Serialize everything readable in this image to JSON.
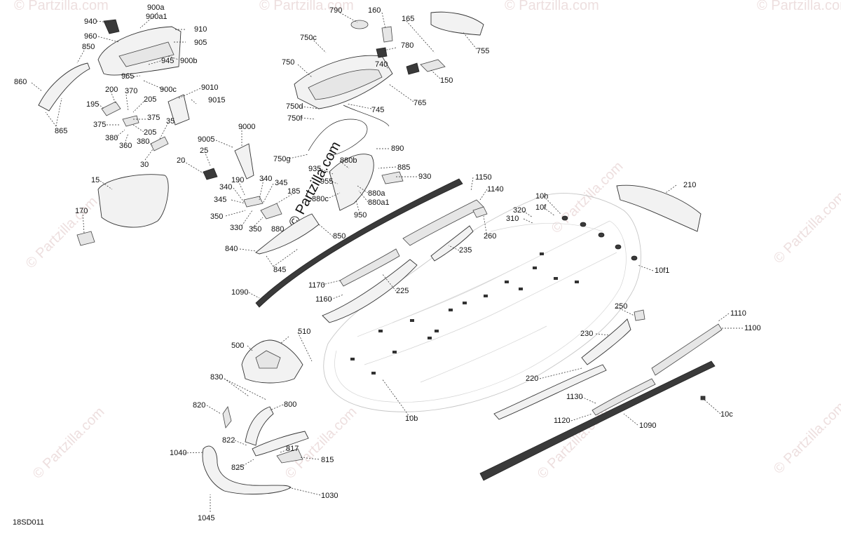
{
  "watermark": {
    "text": "© Partzilla.com",
    "color": "#e0c6c6"
  },
  "diagram_code": "18SD011",
  "callouts": [
    {
      "id": "940",
      "label": "940"
    },
    {
      "id": "900a",
      "label": "900a"
    },
    {
      "id": "900a1",
      "label": "900a1"
    },
    {
      "id": "910",
      "label": "910"
    },
    {
      "id": "905",
      "label": "905"
    },
    {
      "id": "900b",
      "label": "900b"
    },
    {
      "id": "960",
      "label": "960"
    },
    {
      "id": "850a",
      "label": "850"
    },
    {
      "id": "945",
      "label": "945"
    },
    {
      "id": "965",
      "label": "965"
    },
    {
      "id": "900c",
      "label": "900c"
    },
    {
      "id": "860",
      "label": "860"
    },
    {
      "id": "865",
      "label": "865"
    },
    {
      "id": "200",
      "label": "200"
    },
    {
      "id": "370",
      "label": "370"
    },
    {
      "id": "195",
      "label": "195"
    },
    {
      "id": "205a",
      "label": "205"
    },
    {
      "id": "375a",
      "label": "375"
    },
    {
      "id": "375b",
      "label": "375"
    },
    {
      "id": "205b",
      "label": "205"
    },
    {
      "id": "35",
      "label": "35"
    },
    {
      "id": "380a",
      "label": "380"
    },
    {
      "id": "360",
      "label": "360"
    },
    {
      "id": "380b",
      "label": "380"
    },
    {
      "id": "30",
      "label": "30"
    },
    {
      "id": "9010",
      "label": "9010"
    },
    {
      "id": "9015",
      "label": "9015"
    },
    {
      "id": "9000",
      "label": "9000"
    },
    {
      "id": "9005",
      "label": "9005"
    },
    {
      "id": "25",
      "label": "25"
    },
    {
      "id": "20",
      "label": "20"
    },
    {
      "id": "15",
      "label": "15"
    },
    {
      "id": "170",
      "label": "170"
    },
    {
      "id": "190",
      "label": "190"
    },
    {
      "id": "340a",
      "label": "340"
    },
    {
      "id": "340b",
      "label": "340"
    },
    {
      "id": "345a",
      "label": "345"
    },
    {
      "id": "345b",
      "label": "345"
    },
    {
      "id": "185",
      "label": "185"
    },
    {
      "id": "350a",
      "label": "350"
    },
    {
      "id": "330",
      "label": "330"
    },
    {
      "id": "350b",
      "label": "350"
    },
    {
      "id": "880",
      "label": "880"
    },
    {
      "id": "850b",
      "label": "850"
    },
    {
      "id": "840",
      "label": "840"
    },
    {
      "id": "845",
      "label": "845"
    },
    {
      "id": "790",
      "label": "790"
    },
    {
      "id": "160",
      "label": "160"
    },
    {
      "id": "165",
      "label": "165"
    },
    {
      "id": "755",
      "label": "755"
    },
    {
      "id": "750c",
      "label": "750c"
    },
    {
      "id": "780",
      "label": "780"
    },
    {
      "id": "750",
      "label": "750"
    },
    {
      "id": "740",
      "label": "740"
    },
    {
      "id": "150",
      "label": "150"
    },
    {
      "id": "765",
      "label": "765"
    },
    {
      "id": "745",
      "label": "745"
    },
    {
      "id": "750d",
      "label": "750d"
    },
    {
      "id": "750f",
      "label": "750f"
    },
    {
      "id": "750g",
      "label": "750g"
    },
    {
      "id": "890",
      "label": "890"
    },
    {
      "id": "935",
      "label": "935"
    },
    {
      "id": "880b",
      "label": "880b"
    },
    {
      "id": "885",
      "label": "885"
    },
    {
      "id": "930",
      "label": "930"
    },
    {
      "id": "955",
      "label": "955"
    },
    {
      "id": "880c",
      "label": "880c"
    },
    {
      "id": "880a",
      "label": "880a"
    },
    {
      "id": "880a1",
      "label": "880a1"
    },
    {
      "id": "950",
      "label": "950"
    },
    {
      "id": "1150",
      "label": "1150"
    },
    {
      "id": "1140",
      "label": "1140"
    },
    {
      "id": "210",
      "label": "210"
    },
    {
      "id": "10h",
      "label": "10h"
    },
    {
      "id": "10f",
      "label": "10f"
    },
    {
      "id": "320",
      "label": "320"
    },
    {
      "id": "310",
      "label": "310"
    },
    {
      "id": "260",
      "label": "260"
    },
    {
      "id": "235",
      "label": "235"
    },
    {
      "id": "10f1",
      "label": "10f1"
    },
    {
      "id": "1170",
      "label": "1170"
    },
    {
      "id": "225",
      "label": "225"
    },
    {
      "id": "1160",
      "label": "1160"
    },
    {
      "id": "1090a",
      "label": "1090"
    },
    {
      "id": "250",
      "label": "250"
    },
    {
      "id": "1110",
      "label": "1110"
    },
    {
      "id": "1100",
      "label": "1100"
    },
    {
      "id": "230",
      "label": "230"
    },
    {
      "id": "510",
      "label": "510"
    },
    {
      "id": "500",
      "label": "500"
    },
    {
      "id": "220",
      "label": "220"
    },
    {
      "id": "830",
      "label": "830"
    },
    {
      "id": "1130",
      "label": "1130"
    },
    {
      "id": "1120",
      "label": "1120"
    },
    {
      "id": "1090b",
      "label": "1090"
    },
    {
      "id": "10b",
      "label": "10b"
    },
    {
      "id": "10c",
      "label": "10c"
    },
    {
      "id": "820",
      "label": "820"
    },
    {
      "id": "800",
      "label": "800"
    },
    {
      "id": "822",
      "label": "822"
    },
    {
      "id": "1040",
      "label": "1040"
    },
    {
      "id": "817",
      "label": "817"
    },
    {
      "id": "815",
      "label": "815"
    },
    {
      "id": "825",
      "label": "825"
    },
    {
      "id": "1030",
      "label": "1030"
    },
    {
      "id": "1045",
      "label": "1045"
    }
  ]
}
